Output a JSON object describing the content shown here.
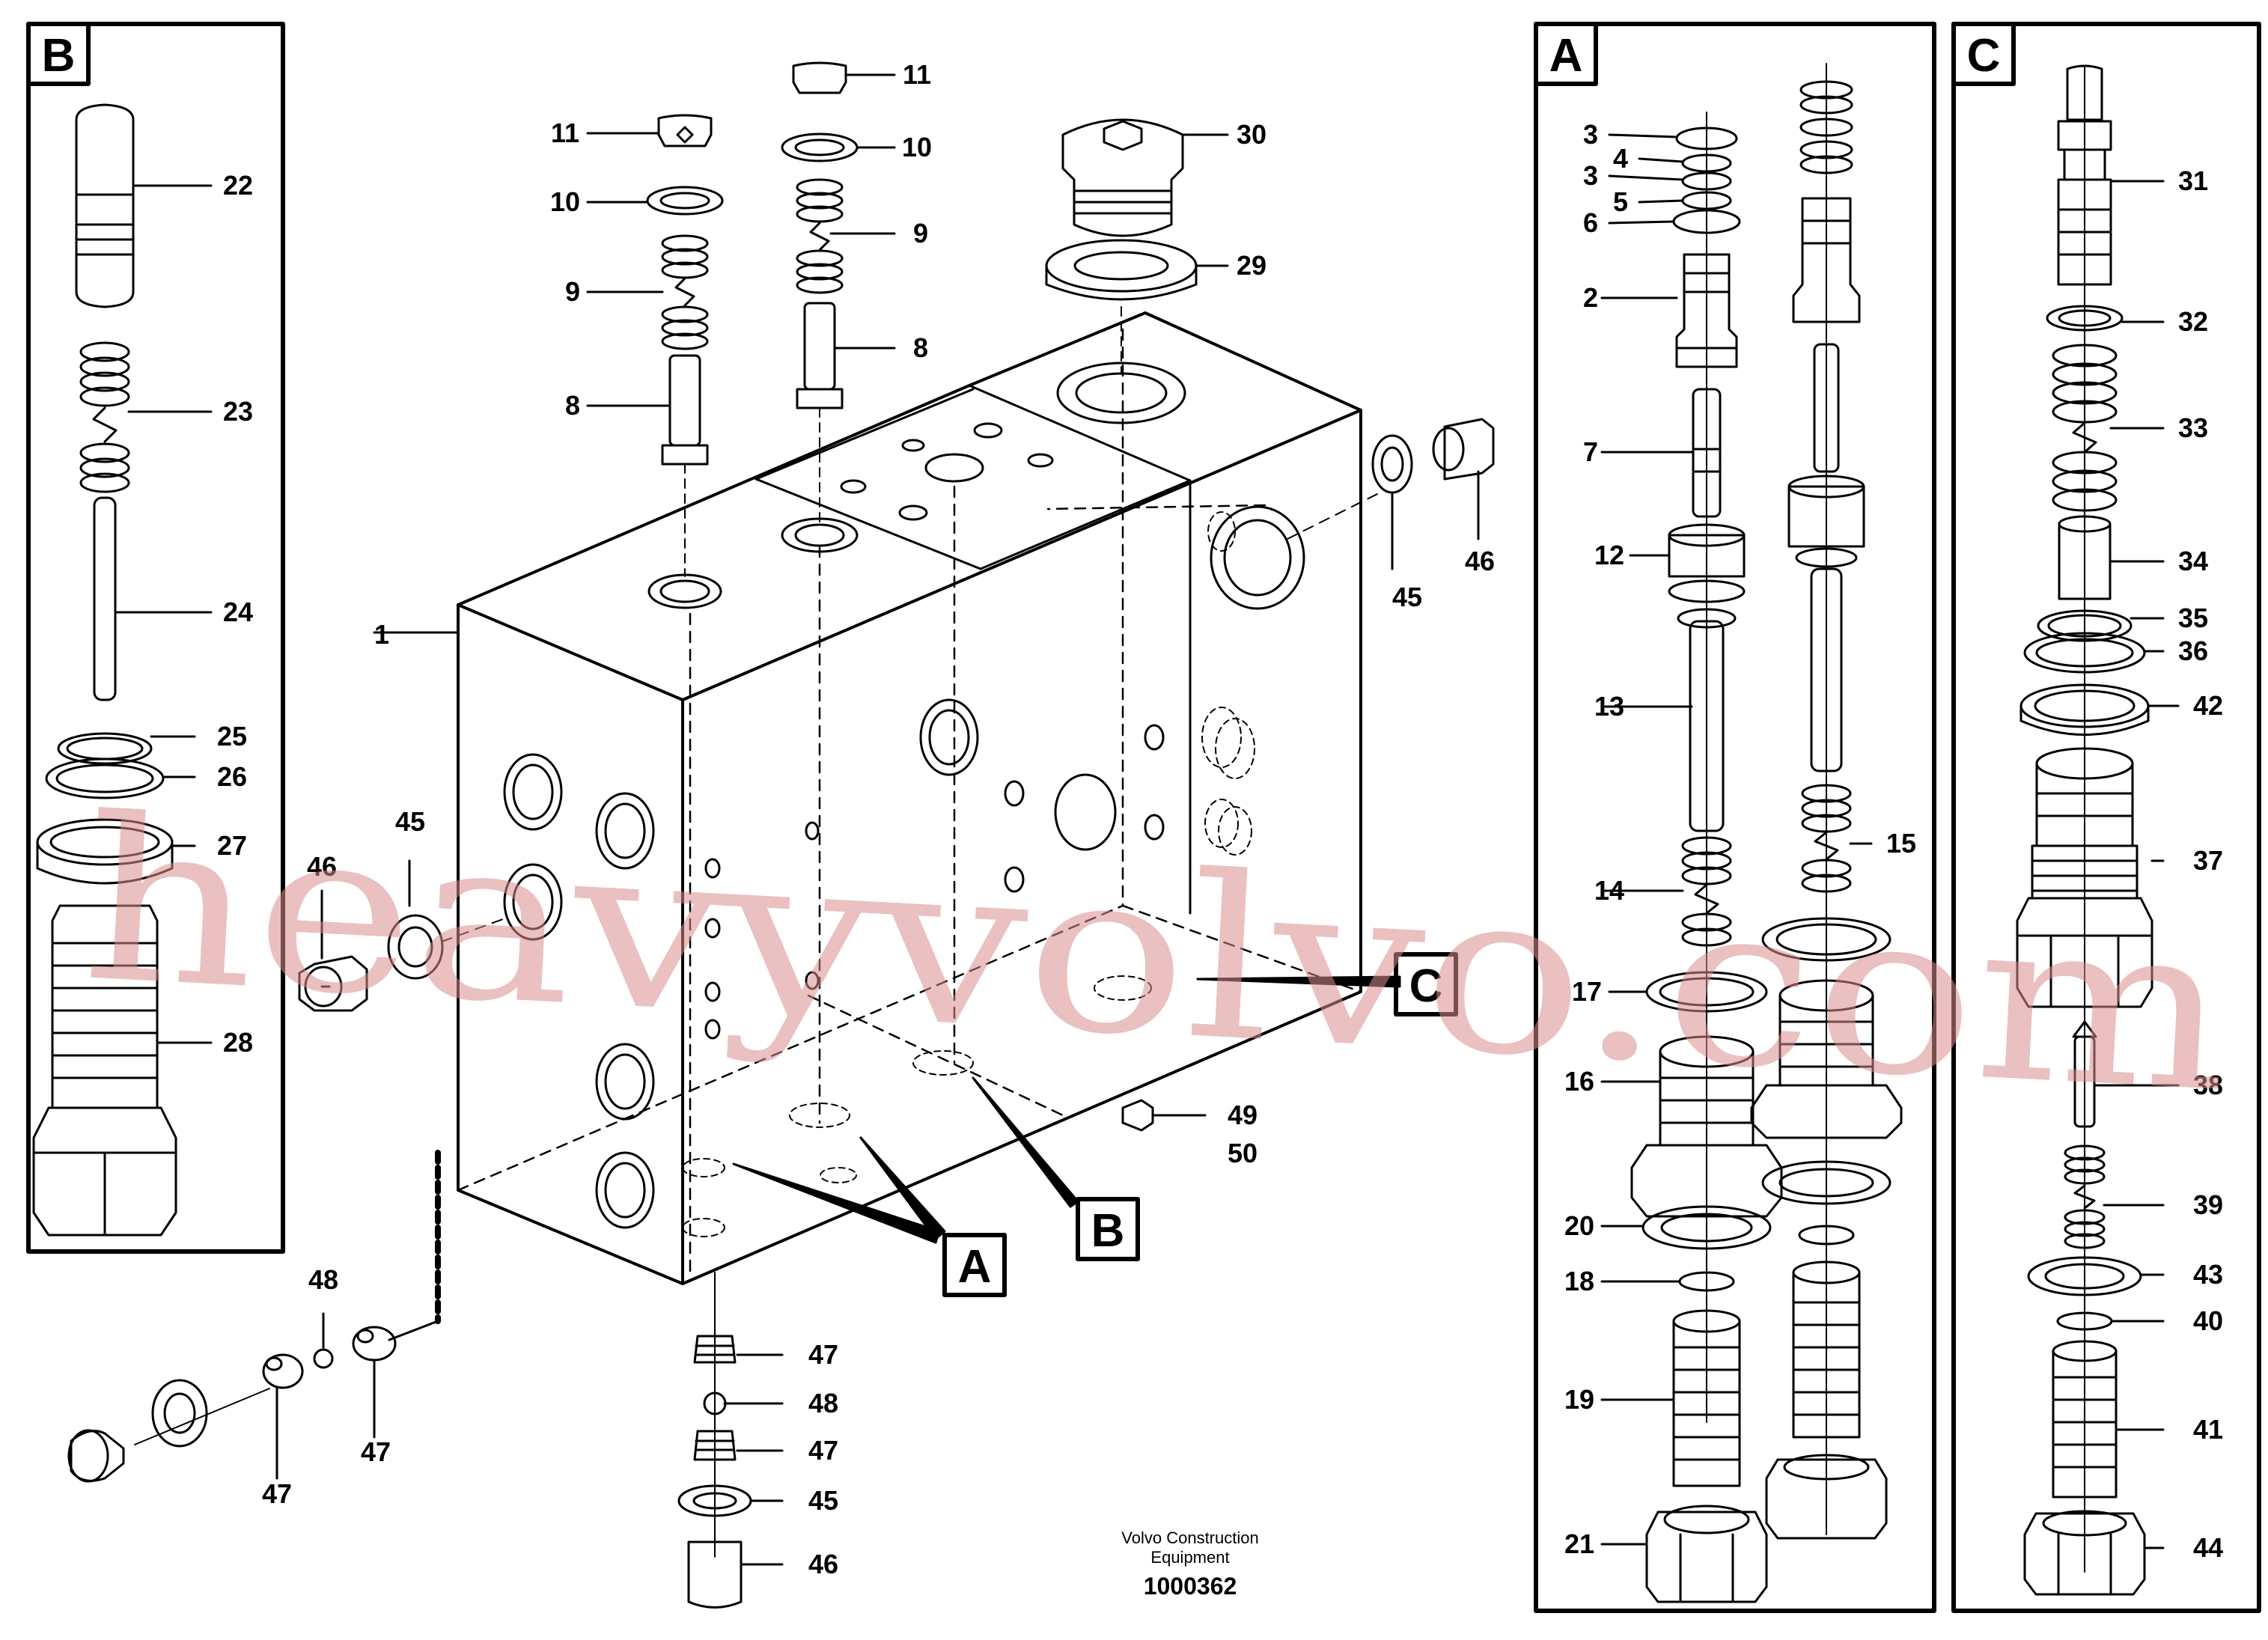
{
  "insets": {
    "b": "B",
    "a": "A",
    "c": "C"
  },
  "main_callouts": {
    "c1": "1",
    "c8a": "8",
    "c8b": "8",
    "c9a": "9",
    "c9b": "9",
    "c10a": "10",
    "c10b": "10",
    "c11a": "11",
    "c11b": "11",
    "c29": "29",
    "c30": "30",
    "c45a": "45",
    "c45b": "45",
    "c45c": "45",
    "c46a": "46",
    "c46b": "46",
    "c46c": "46",
    "c47a": "47",
    "c47b": "47",
    "c47c": "47",
    "c47d": "47",
    "c48a": "48",
    "c48b": "48",
    "c49": "49",
    "c50": "50"
  },
  "section_markers": {
    "a": "A",
    "b": "B",
    "c": "C"
  },
  "inset_b_callouts": [
    "22",
    "23",
    "24",
    "25",
    "26",
    "27",
    "28"
  ],
  "inset_a_callouts": [
    "3",
    "4",
    "3",
    "5",
    "6",
    "2",
    "7",
    "12",
    "13",
    "14",
    "15",
    "17",
    "16",
    "20",
    "18",
    "19",
    "21"
  ],
  "inset_c_callouts": [
    "31",
    "32",
    "33",
    "34",
    "35",
    "36",
    "42",
    "37",
    "38",
    "39",
    "43",
    "40",
    "41",
    "44"
  ],
  "footer": {
    "caption_line1": "Volvo Construction",
    "caption_line2": "Equipment",
    "doc_number": "1000362"
  },
  "watermark": "heavyvolvo.com",
  "colors": {
    "line": "#000000",
    "background": "#ffffff",
    "watermark": "#d98c8c"
  }
}
